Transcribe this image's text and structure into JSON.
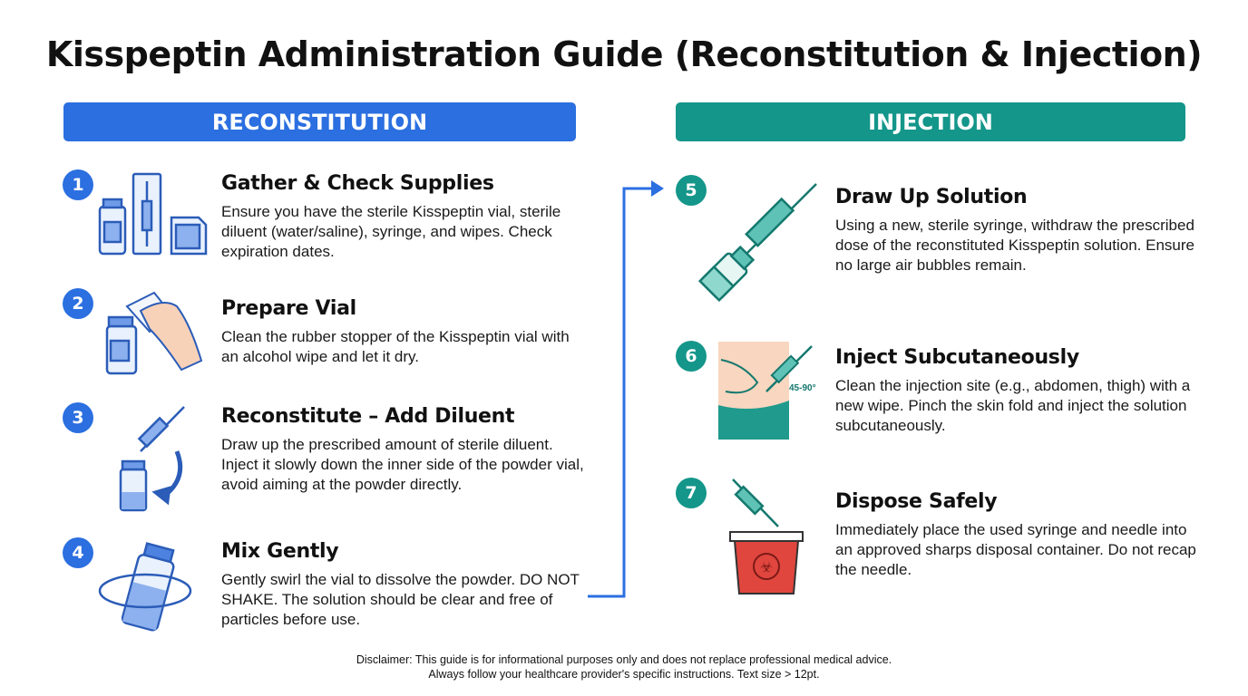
{
  "title": "Kisspeptin Administration Guide (Reconstitution & Injection)",
  "sections": {
    "reconstitution": "RECONSTITUTION",
    "injection": "INJECTION"
  },
  "steps": [
    {
      "num": "1",
      "heading": "Gather & Check Supplies",
      "body": "Ensure you have the sterile Kisspeptin vial, sterile diluent (water/saline), syringe, and wipes. Check expiration dates."
    },
    {
      "num": "2",
      "heading": "Prepare Vial",
      "body": "Clean the rubber stopper of the Kisspeptin vial with an alcohol wipe and let it dry."
    },
    {
      "num": "3",
      "heading": "Reconstitute – Add Diluent",
      "body": "Draw up the prescribed amount of sterile diluent. Inject it slowly down the inner side of the powder vial, avoid aiming at the powder directly."
    },
    {
      "num": "4",
      "heading": "Mix Gently",
      "body": "Gently swirl the vial to dissolve the powder. DO NOT SHAKE. The solution should be clear and free of particles before use."
    },
    {
      "num": "5",
      "heading": "Draw Up Solution",
      "body": "Using a new, sterile syringe, withdraw the prescribed dose of the reconstituted Kisspeptin solution. Ensure no large air bubbles remain."
    },
    {
      "num": "6",
      "heading": "Inject Subcutaneously",
      "body": "Clean the injection site (e.g., abdomen, thigh) with a new wipe. Pinch the skin fold and inject the solution subcutaneously.",
      "angle_label": "45-90°"
    },
    {
      "num": "7",
      "heading": "Dispose Safely",
      "body": "Immediately place the used syringe and needle into an approved sharps disposal container. Do not recap the needle."
    }
  ],
  "disclaimer": [
    "Disclaimer: This guide is for informational purposes only and does not replace professional medical advice.",
    "Always follow your healthcare provider's specific instructions. Text size > 12pt."
  ],
  "colors": {
    "blue": "#2b6fe0",
    "teal": "#14968a",
    "red": "#e0463e"
  }
}
